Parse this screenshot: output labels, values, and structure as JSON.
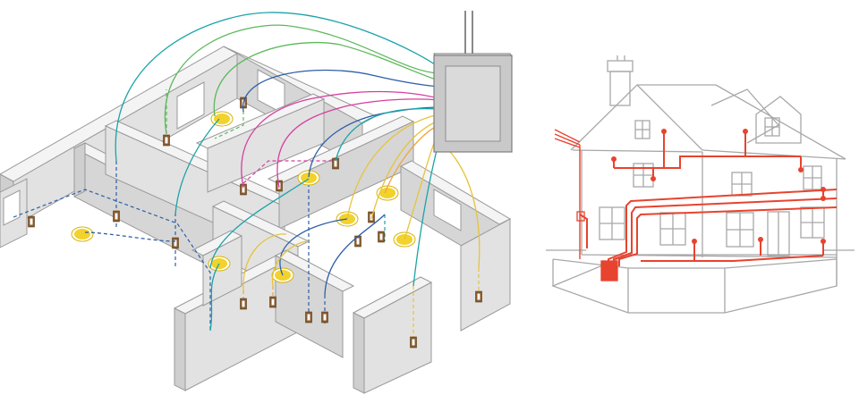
{
  "colors": {
    "background": "#ffffff",
    "wall_top": "#f4f4f4",
    "wall_face": "#e2e2e2",
    "wall_side": "#cfcfcf",
    "wall_edge": "#9a9a9a",
    "panel_fill": "#c9c9c9",
    "panel_edge": "#7d7d7d",
    "light_fill": "#f2d22b",
    "light_ring": "#d9b200",
    "outlet_fill": "#8a5a2b",
    "house_line": "#a8a8a8",
    "house_wiring": "#e8432e",
    "wire_teal": "#1aa3a8",
    "wire_green": "#5cb85c",
    "wire_magenta": "#d63f9e",
    "wire_blue": "#2d5ea8",
    "wire_yellow": "#e6c43a",
    "wire_orange": "#f0a53a"
  },
  "diagrams": {
    "left": {
      "name": "floor-plan-wiring",
      "components": [
        "electrical-panel",
        "ceiling-lights",
        "wall-outlets",
        "wall-switches",
        "circuit-wires"
      ]
    },
    "right": {
      "name": "house-wiring",
      "components": [
        "chimney",
        "dormer",
        "service-drop",
        "meter",
        "consumer-unit",
        "circuit-runs"
      ]
    }
  }
}
